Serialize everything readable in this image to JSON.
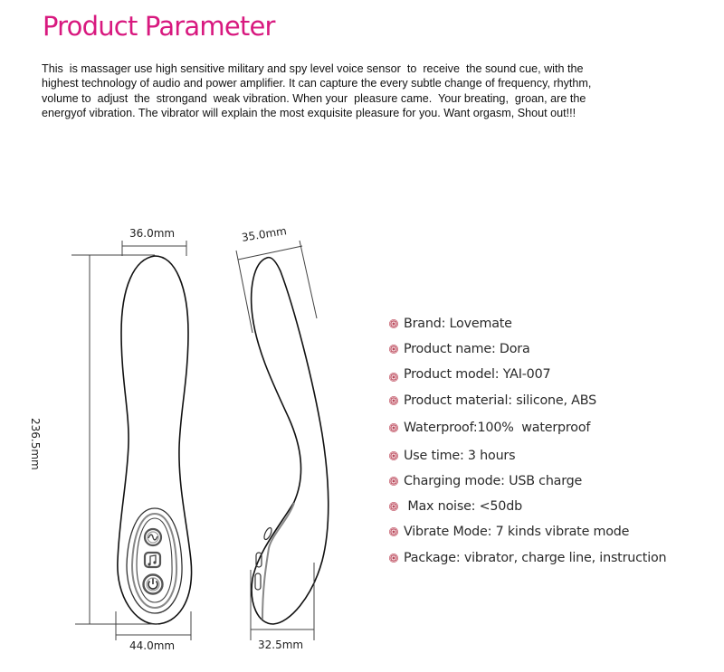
{
  "header": {
    "title": "Product Parameter",
    "title_color": "#d8197f"
  },
  "intro": {
    "lines": [
      "This  is massager use high sensitive military and spy level voice sensor  to  receive  the sound cue, with the",
      "highest technology of audio and power amplifier. It can capture the every subtle change of frequency, rhythm,",
      "volume to  adjust  the  strongand  weak vibration. When your  pleasure came.  Your breating,  groan, are the",
      "energyof vibration. The vibrator will explain the most exquisite pleasure for you. Want orgasm, Shout out!!!"
    ]
  },
  "dimensions": {
    "front_top_width": "36.0mm",
    "front_bottom_width": "44.0mm",
    "total_length": "236.5mm",
    "side_top_width": "35.0mm",
    "side_bottom_width": "32.5mm"
  },
  "control_buttons": [
    {
      "icon": "wave-icon",
      "label": "vibration mode"
    },
    {
      "icon": "music-note-icon",
      "label": "sound mode"
    },
    {
      "icon": "power-icon",
      "label": "power"
    }
  ],
  "specs": {
    "bullet_color": "#b8485a",
    "items": [
      {
        "label": "Brand",
        "value": "Lovemate",
        "text": "Brand: Lovemate"
      },
      {
        "label": "Product name",
        "value": "Dora",
        "text": "Product name: Dora"
      },
      {
        "label": "Product model",
        "value": "YAI-007",
        "text": "Product model: YAI-007"
      },
      {
        "label": "Product material",
        "value": "silicone, ABS",
        "text": "Product material: silicone, ABS"
      },
      {
        "label": "Waterproof",
        "value": "100%  waterproof",
        "text": "Waterproof:100%  waterproof"
      },
      {
        "label": "Use time",
        "value": "3 hours",
        "text": "Use time: 3 hours"
      },
      {
        "label": "Charging mode",
        "value": "USB charge",
        "text": "Charging mode: USB charge"
      },
      {
        "label": "Max noise",
        "value": "<50db",
        "text": " Max noise: <50db"
      },
      {
        "label": "Vibrate Mode",
        "value": "7 kinds vibrate mode",
        "text": "Vibrate Mode: 7 kinds vibrate mode"
      },
      {
        "label": "Package",
        "value": "vibrator, charge line, instruction",
        "text": "Package: vibrator, charge line, instruction"
      }
    ]
  }
}
